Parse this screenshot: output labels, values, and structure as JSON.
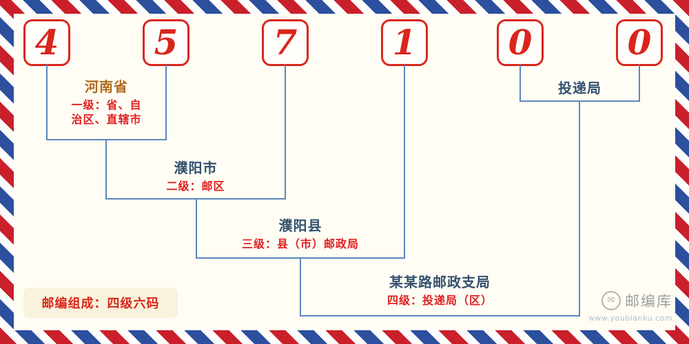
{
  "postal_code": {
    "digits": [
      "4",
      "5",
      "7",
      "1",
      "0",
      "0"
    ]
  },
  "levels": [
    {
      "name": "河南省",
      "description": "一级：省、自\n治区、直辖市"
    },
    {
      "name": "濮阳市",
      "description": "二级：邮区"
    },
    {
      "name": "濮阳县",
      "description": "三级：县（市）邮政局"
    },
    {
      "name": "某某路邮政支局",
      "description": "四级：投递局（区）"
    },
    {
      "name": "投递局"
    }
  ],
  "note": {
    "text": "邮编组成：四级六码"
  },
  "watermark": {
    "brand": "邮编库",
    "url": "www.youbianku.com",
    "envelope_glyph": "✉"
  },
  "colors": {
    "digit_red": "#d9261c",
    "description_red": "#e02020",
    "line_blue": "#5b87bd",
    "title_navy": "#33506e",
    "province_brown": "#b2691c",
    "stripe_red": "#c9202b",
    "stripe_blue": "#2c4f9e",
    "background": "#fffdf4"
  }
}
